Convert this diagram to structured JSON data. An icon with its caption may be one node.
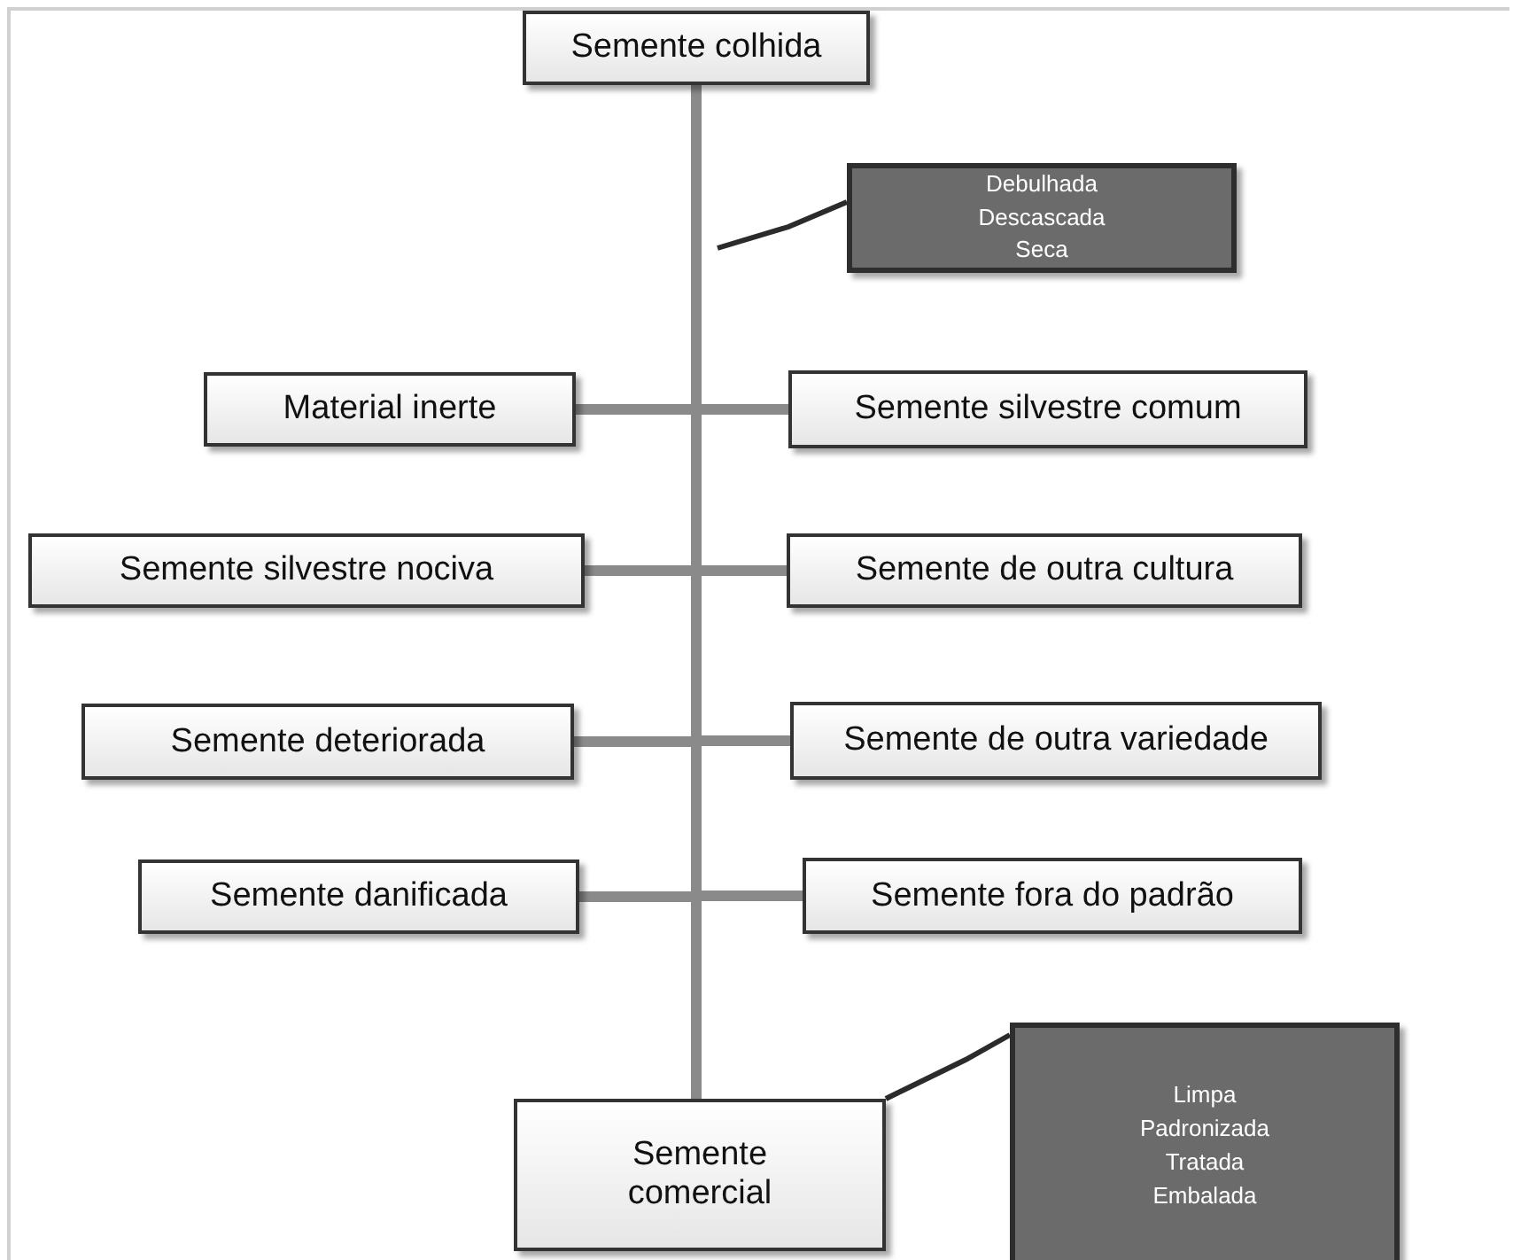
{
  "diagram": {
    "nodes": [
      {
        "text": [
          "Semente colhida"
        ]
      },
      {
        "text": [
          "Debulhada",
          "Descascada",
          "Seca"
        ]
      },
      {
        "text": [
          "Material inerte"
        ]
      },
      {
        "text": [
          "Semente silvestre comum"
        ]
      },
      {
        "text": [
          "Semente silvestre nociva"
        ]
      },
      {
        "text": [
          "Semente de outra cultura"
        ]
      },
      {
        "text": [
          "Semente deteriorada"
        ]
      },
      {
        "text": [
          "Semente de outra variedade"
        ]
      },
      {
        "text": [
          "Semente danificada"
        ]
      },
      {
        "text": [
          "Semente fora do padrão"
        ]
      },
      {
        "text": [
          "Semente comercial"
        ]
      },
      {
        "text": [
          "Limpa",
          "Padronizada",
          "Tratada",
          "Embalada"
        ]
      }
    ],
    "edges": [
      {
        "from": 0,
        "to": 10,
        "arrow": "none"
      },
      {
        "from": 0,
        "to": 2,
        "arrow": "none"
      },
      {
        "from": 0,
        "to": 3,
        "arrow": "none"
      },
      {
        "from": 0,
        "to": 4,
        "arrow": "none"
      },
      {
        "from": 0,
        "to": 5,
        "arrow": "none"
      },
      {
        "from": 0,
        "to": 6,
        "arrow": "none"
      },
      {
        "from": 0,
        "to": 7,
        "arrow": "none"
      },
      {
        "from": 0,
        "to": 8,
        "arrow": "none"
      },
      {
        "from": 0,
        "to": 9,
        "arrow": "none"
      },
      {
        "from": null,
        "to": 1,
        "arrow": "none",
        "color": "#2b2b2b"
      },
      {
        "from": 10,
        "to": 11,
        "arrow": "none",
        "color": "#2b2b2b"
      }
    ]
  }
}
